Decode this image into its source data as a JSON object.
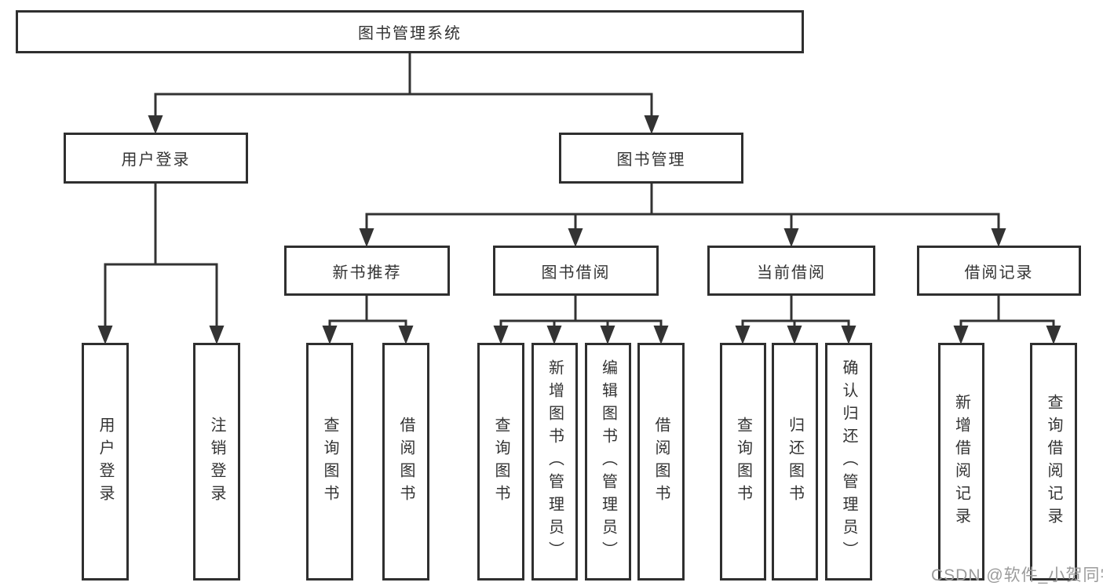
{
  "diagram": {
    "root": {
      "label": "图书管理系统"
    },
    "level2": [
      {
        "label": "用户登录",
        "children": [
          {
            "label": "用户登录"
          },
          {
            "label": "注销登录"
          }
        ]
      },
      {
        "label": "图书管理",
        "children": [
          {
            "label": "新书推荐",
            "children": [
              {
                "label": "查询图书"
              },
              {
                "label": "借阅图书"
              }
            ]
          },
          {
            "label": "图书借阅",
            "children": [
              {
                "label": "查询图书"
              },
              {
                "label": "新增图书（管理员）"
              },
              {
                "label": "编辑图书（管理员）"
              },
              {
                "label": "借阅图书"
              }
            ]
          },
          {
            "label": "当前借阅",
            "children": [
              {
                "label": "查询图书"
              },
              {
                "label": "归还图书"
              },
              {
                "label": "确认归还（管理员）"
              }
            ]
          },
          {
            "label": "借阅记录",
            "children": [
              {
                "label": "新增借阅记录"
              },
              {
                "label": "查询借阅记录"
              }
            ]
          }
        ]
      }
    ],
    "watermark": "CSDN @软件_小贺同学",
    "colors": {
      "line": "#333333",
      "box_border": "#2f2f2f",
      "box_fill": "#ffffff",
      "text": "#333333",
      "watermark": "#9b9b9b"
    }
  }
}
